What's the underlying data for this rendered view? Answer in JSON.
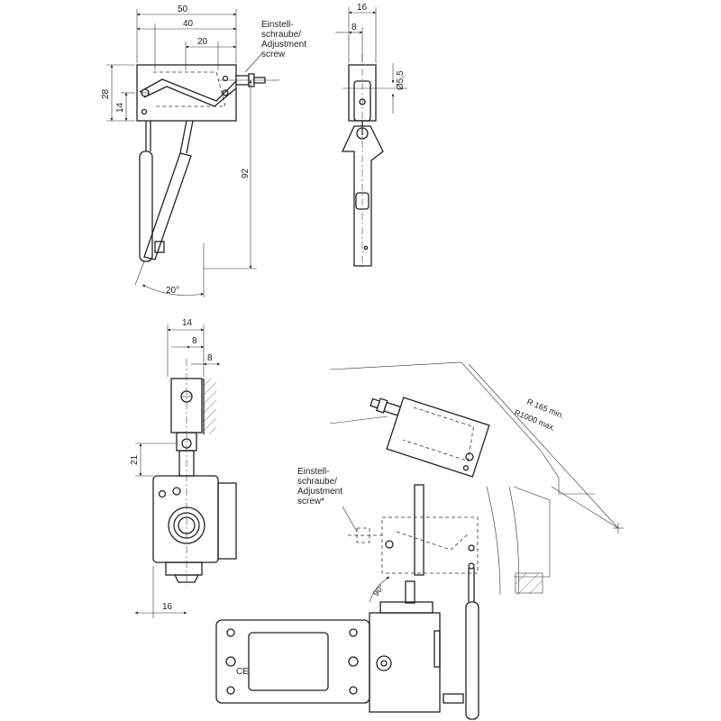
{
  "dimensions": {
    "top_left": {
      "w50": "50",
      "w40": "40",
      "w20": "20",
      "h28": "28",
      "h14": "14",
      "h92": "92",
      "angle20": "20°"
    },
    "top_right": {
      "w16": "16",
      "w8": "8",
      "dia": "Ø5,5"
    },
    "bottom_left": {
      "w14": "14",
      "w8a": "8",
      "w8b": "8",
      "h21": "21",
      "w16": "16"
    },
    "bottom_right": {
      "radius_min": "R 165 min.",
      "radius_max": "R1000 max.",
      "angle90": "90°"
    }
  },
  "labels": {
    "adjust_top": [
      "Einstell-",
      "schraube/",
      "Adjustment",
      "screw"
    ],
    "adjust_bottom": [
      "Einstell-",
      "schraube/",
      "Adjustment",
      "screw*"
    ],
    "ce_mark": "CE"
  }
}
